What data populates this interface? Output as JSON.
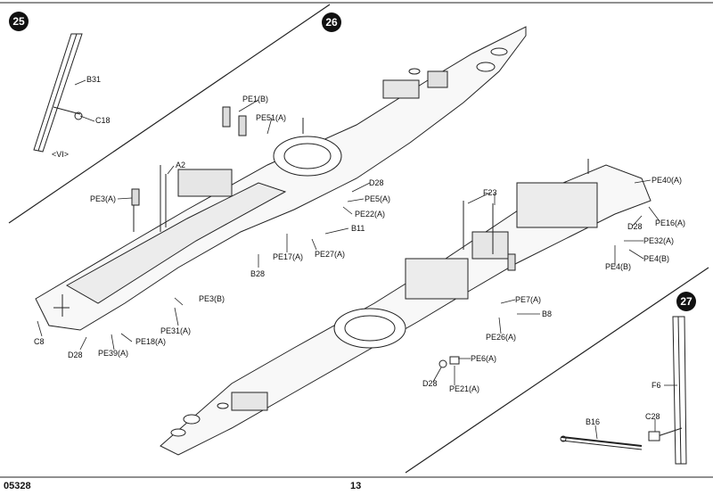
{
  "manual": {
    "product_code": "05328",
    "page_number": "13"
  },
  "steps": {
    "s25": "25",
    "s26": "26",
    "s27": "27"
  },
  "step25": {
    "b31": "B31",
    "c18": "C18",
    "note": "<VI>"
  },
  "step26": {
    "pe1b": "PE1(B)",
    "pe51a": "PE51(A)",
    "a2": "A2",
    "pe3a": "PE3(A)",
    "d28_upper": "D28",
    "pe5a": "PE5(A)",
    "pe22a": "PE22(A)",
    "b11": "B11",
    "pe27a": "PE27(A)",
    "pe17a": "PE17(A)",
    "b28": "B28",
    "pe3b": "PE3(B)",
    "pe31a": "PE31(A)",
    "c8": "C8",
    "pe18a": "PE18(A)",
    "pe39a": "PE39(A)",
    "d28_lower": "D28",
    "f23": "F23",
    "pe40a": "PE40(A)",
    "pe16a": "PE16(A)",
    "d28_aft": "D28",
    "pe32a": "PE32(A)",
    "pe4b": "PE4(B)",
    "pe4b2": "PE4(B)",
    "pe7a": "PE7(A)",
    "b8": "B8",
    "pe26a": "PE26(A)",
    "pe6a": "PE6(A)",
    "d28_mid": "D28",
    "pe21a": "PE21(A)"
  },
  "step27": {
    "f6": "F6",
    "b16": "B16",
    "c28": "C28"
  }
}
